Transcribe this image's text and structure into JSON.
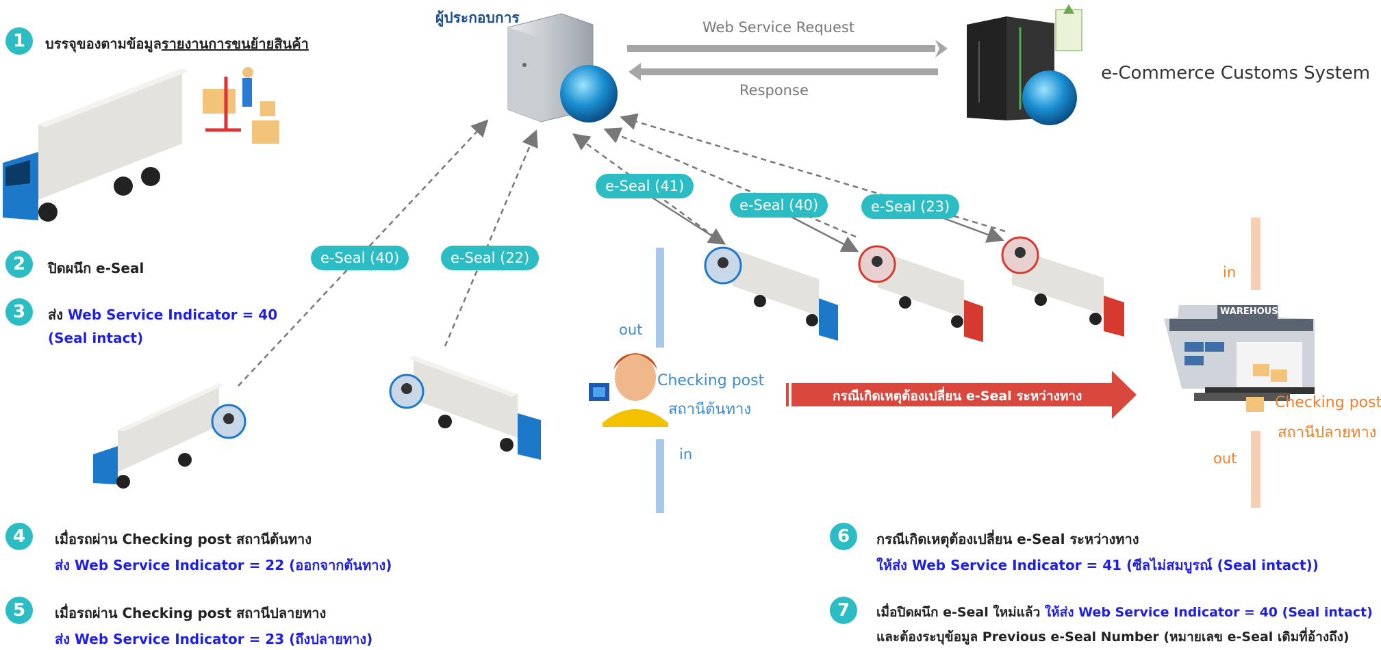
{
  "operator_label": "ผู้ประกอบการ",
  "customs_system_label": "e-Commerce Customs System",
  "request_label": "Web Service Request",
  "response_label": "Response",
  "warehouse_sign": "WAREHOUSE",
  "steps": [
    {
      "num": "1",
      "text": "บรรจุของตามข้อมูล",
      "text_underlined": "รายงานการขนย้ายสินค้า"
    },
    {
      "num": "2",
      "text": "ปิดผนึก e-Seal"
    },
    {
      "num": "3",
      "text": "ส่ง ",
      "blue_line1": "Web Service Indicator = 40",
      "blue_line2": "(Seal intact)"
    },
    {
      "num": "4",
      "text": "เมื่อรถผ่าน Checking post สถานีต้นทาง",
      "blue_line": "ส่ง Web Service Indicator = 22 (ออกจากต้นทาง)"
    },
    {
      "num": "5",
      "text": "เมื่อรถผ่าน Checking post สถานีปลายทาง",
      "blue_line": "ส่ง Web Service Indicator = 23 (ถึงปลายทาง)"
    },
    {
      "num": "6",
      "text": "กรณีเกิดเหตุต้องเปลี่ยน e-Seal ระหว่างทาง",
      "blue_line": "ให้ส่ง Web Service Indicator = 41 (ซีลไม่สมบูรณ์ (Seal intact))"
    },
    {
      "num": "7",
      "text": "เมื่อปิดผนึก e-Seal ใหม่แล้ว ",
      "blue_tail": "ให้ส่ง Web Service Indicator = 40 (Seal intact)",
      "line2": "และต้องระบุข้อมูล Previous e-Seal Number (หมายเลข e-Seal เดิมที่อ้างถึง)"
    }
  ],
  "pills": {
    "p40_left": "e-Seal (40)",
    "p22": "e-Seal (22)",
    "p41": "e-Seal (41)",
    "p40_mid": "e-Seal (40)",
    "p23": "e-Seal (23)"
  },
  "checkpoint_origin": {
    "line1": "Checking post",
    "line2": "สถานีต้นทาง",
    "out": "out",
    "in": "in"
  },
  "checkpoint_dest": {
    "line1": "Checking post",
    "line2": "สถานีปลายทาง",
    "out": "out",
    "in": "in"
  },
  "big_arrow_label": "กรณีเกิดเหตุต้องเปลี่ยน e-Seal ระหว่างทาง",
  "colors": {
    "teal": "#2bbcc4",
    "blue_text": "#1f1fe0",
    "red_arrow": "#d9473d",
    "orange": "#f07e2a",
    "truck_blue": "#1c78c8",
    "truck_red": "#d63a2f"
  }
}
